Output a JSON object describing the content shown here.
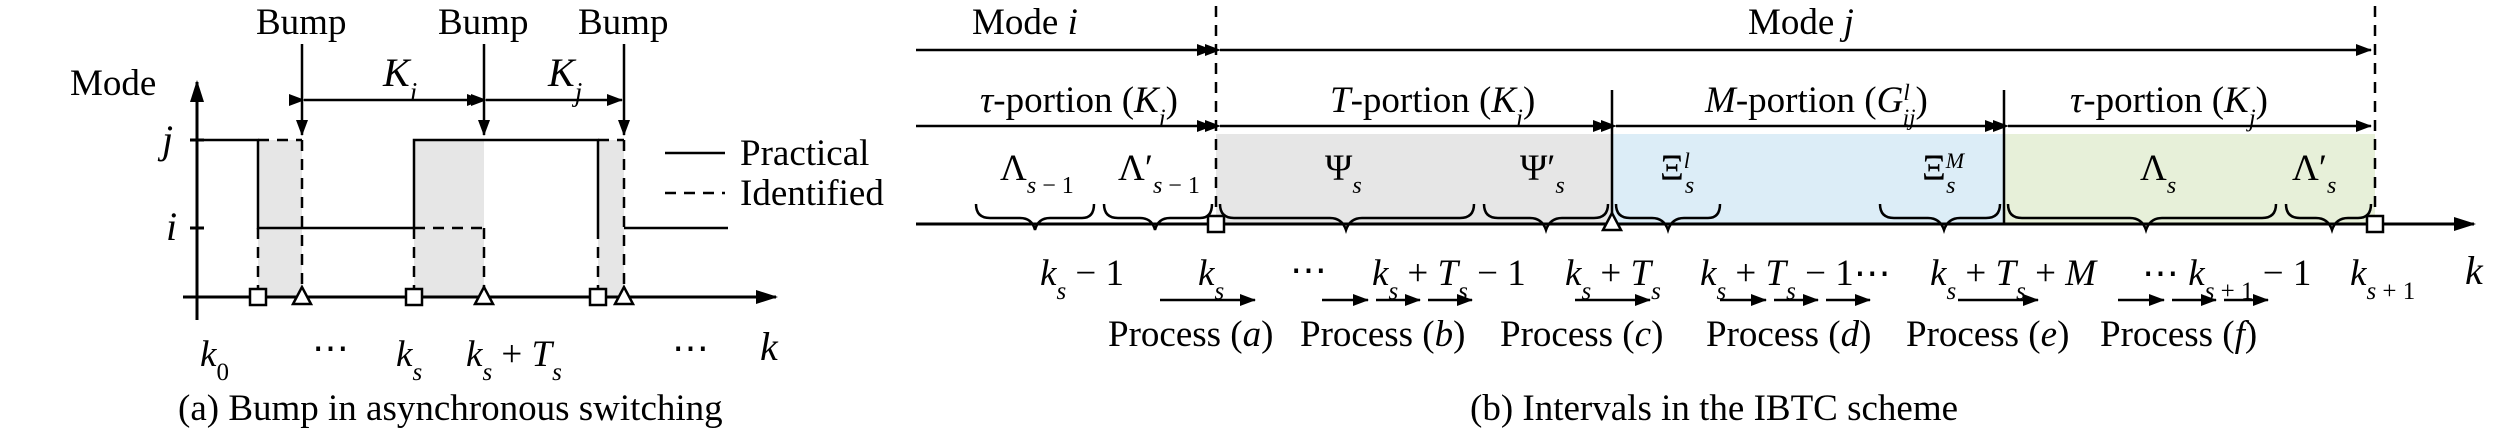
{
  "colors": {
    "gray_fill": "#e6e6e6",
    "blue_fill": "#dcedf7",
    "green_fill": "#e7f0d9",
    "stroke": "#000000"
  },
  "panel_a": {
    "caption": "(a) Bump in asynchronous switching",
    "y_axis_label": "Mode",
    "x_axis_label": "k",
    "y_ticks": [
      "j",
      "i"
    ],
    "x_labels": [
      "k0",
      "⋯",
      "ks",
      "ks + Ts",
      "⋯"
    ],
    "bump_labels": [
      "Bump",
      "Bump",
      "Bump"
    ],
    "interval_labels": [
      "Ki",
      "Kj"
    ],
    "legend": [
      "Practical",
      "Identified"
    ]
  },
  "panel_b": {
    "caption": "(b) Intervals in the IBTC scheme",
    "mode_labels": [
      "Mode i",
      "Mode j"
    ],
    "portion_labels": [
      "τ-portion (Ki)",
      "T-portion (Ki)",
      "M-portion (G^l_ij)",
      "τ-portion (Kj)"
    ],
    "symbols": [
      "Λs−1",
      "Λ′s−1",
      "Ψs",
      "Ψ′s",
      "Ξ^l_s",
      "Ξ^M_s",
      "Λs",
      "Λ′s"
    ],
    "axis_labels": [
      "ks − 1",
      "ks",
      "⋯",
      "ks + Ts − 1",
      "ks + Ts",
      "ks + Ts − 1⋯",
      "ks + Ts + M",
      "⋯ ks+1 − 1",
      "ks+1"
    ],
    "x_axis_label": "k",
    "process_labels": [
      "Process (a)",
      "Process (b)",
      "Process (c)",
      "Process (d)",
      "Process (e)",
      "Process (f)"
    ]
  }
}
